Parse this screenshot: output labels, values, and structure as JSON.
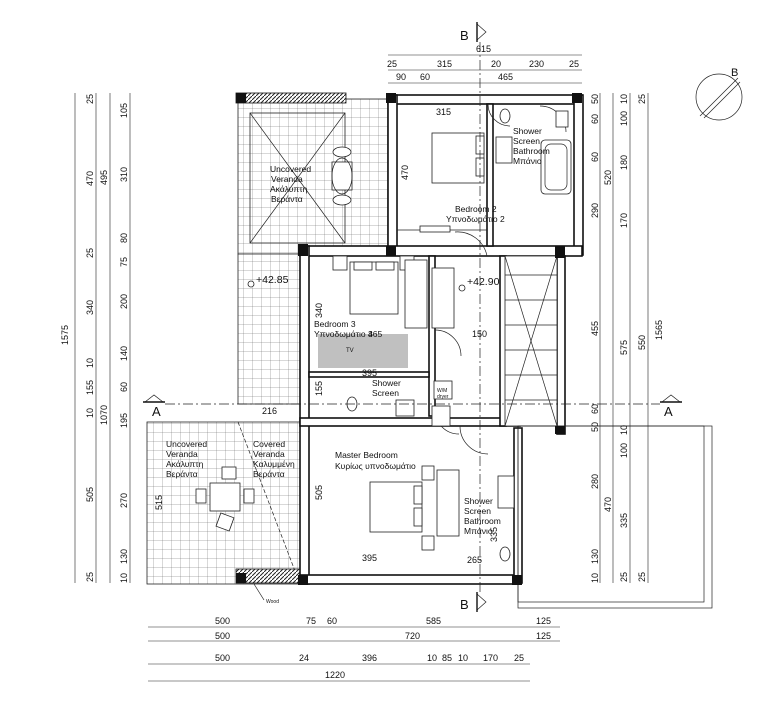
{
  "section_marks": {
    "b_label": "B",
    "a_label": "A"
  },
  "levels": {
    "left": "+42.85",
    "right": "+42.90"
  },
  "rooms": {
    "uncovered_top": [
      "Uncovered",
      "Veranda",
      "Ακάλυπτη",
      "Βεράντα"
    ],
    "uncovered_left": [
      "Uncovered",
      "Veranda",
      "Ακάλυπτη",
      "Βεράντα"
    ],
    "covered_left": [
      "Covered",
      "Veranda",
      "Καλυμμένη",
      "Βεράντα"
    ],
    "bedroom2": [
      "Bedroom 2",
      "Υπνοδωμάτιο 2"
    ],
    "bedroom3": [
      "Bedroom 3",
      "Υπνοδωμάτιο 3"
    ],
    "bedroom3_dim": "465",
    "master": [
      "Master Bedroom",
      "Κυρίως υπνοδωμάτιο"
    ],
    "bath_top": [
      "Shower",
      "Screen",
      "Bathroom",
      "Μπάνιο"
    ],
    "bath_bottom": [
      "Shower",
      "Screen",
      "Bathroom",
      "Μπάνιο"
    ],
    "shower_mid": [
      "Shower",
      "Screen"
    ],
    "washer": [
      "W/M",
      "dryer"
    ],
    "tv": "TV",
    "wood": "Wood"
  },
  "top_dims": {
    "row1": [
      "615"
    ],
    "row2": [
      "25",
      "315",
      "20",
      "230",
      "25"
    ],
    "row3": [
      "90",
      "60",
      "465"
    ]
  },
  "bottom_dims": {
    "row1": [
      "500",
      "75",
      "60",
      "585",
      "125"
    ],
    "row2": [
      "500",
      "720",
      "125"
    ],
    "row3": [
      "500",
      "24",
      "396",
      "10",
      "85",
      "10",
      "170",
      "25"
    ],
    "row4": [
      "1220"
    ]
  },
  "left_dims": {
    "col_total": "1575",
    "col_a": [
      "25",
      "470",
      "25",
      "340",
      "10",
      "155",
      "10",
      "505",
      "25"
    ],
    "col_b": [
      "495",
      "1070"
    ],
    "col_c": [
      "105",
      "310",
      "80",
      "75",
      "200",
      "140",
      "60",
      "195",
      "270",
      "130",
      "10"
    ],
    "col_c_inner": [
      "515"
    ]
  },
  "right_dims": {
    "col_total": "1565",
    "col_a": [
      "50",
      "60",
      "60",
      "520",
      "290",
      "455",
      "50",
      "60",
      "280",
      "470",
      "130",
      "10"
    ],
    "col_b": [
      "10",
      "100",
      "180",
      "170",
      "575",
      "10",
      "100",
      "335",
      "25"
    ],
    "col_c": [
      "25",
      "550",
      "25"
    ]
  },
  "inner_dims": {
    "b2_width": "315",
    "b2_height": "470",
    "b3_height": "340",
    "stair_width": "150",
    "mid_width": "395",
    "mid_height": "155",
    "corridor": "216",
    "master_height": "505",
    "master_width": "395",
    "bath_bottom_w": "265",
    "bath_bottom_h": "335"
  }
}
